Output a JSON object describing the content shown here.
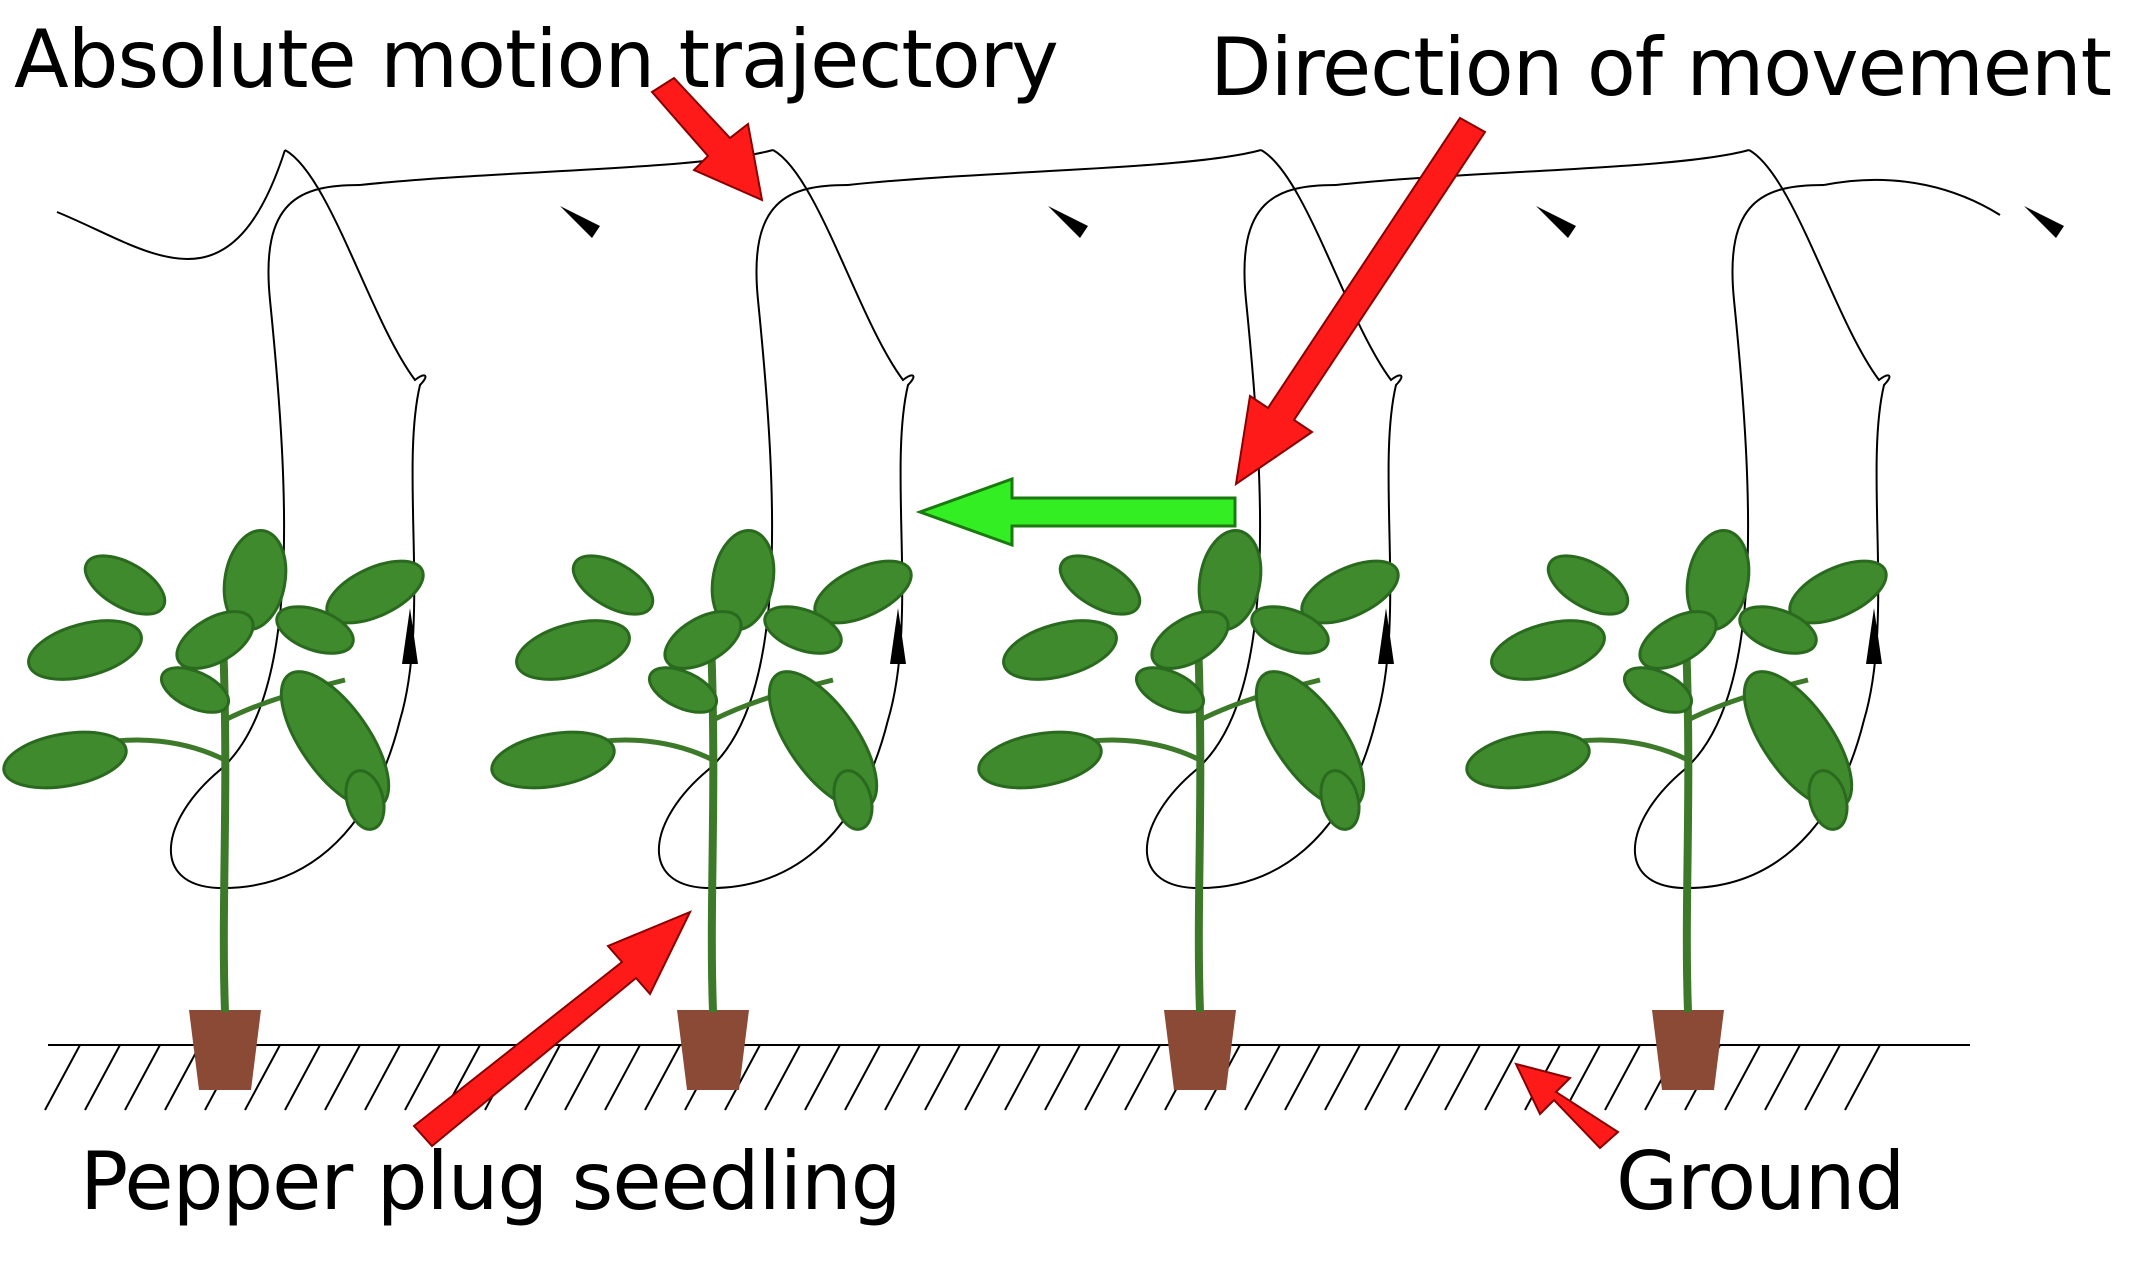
{
  "labels": {
    "trajectory": "Absolute motion trajectory",
    "direction": "Direction of movement",
    "seedling": "Pepper plug seedling",
    "ground": "Ground"
  },
  "colors": {
    "callout_arrow": "#ff1a1a",
    "direction_arrow": "#33ee22",
    "leaf": "#3f8a2c",
    "leaf_dark": "#2a6a1e",
    "stem": "#3c7a2a",
    "pot": "#8b4a35",
    "line": "#000000"
  },
  "seedling_count": 4,
  "icons": [
    "callout-arrow",
    "direction-arrow",
    "trajectory-arrowhead",
    "ground-hatch",
    "seedling",
    "pot"
  ]
}
